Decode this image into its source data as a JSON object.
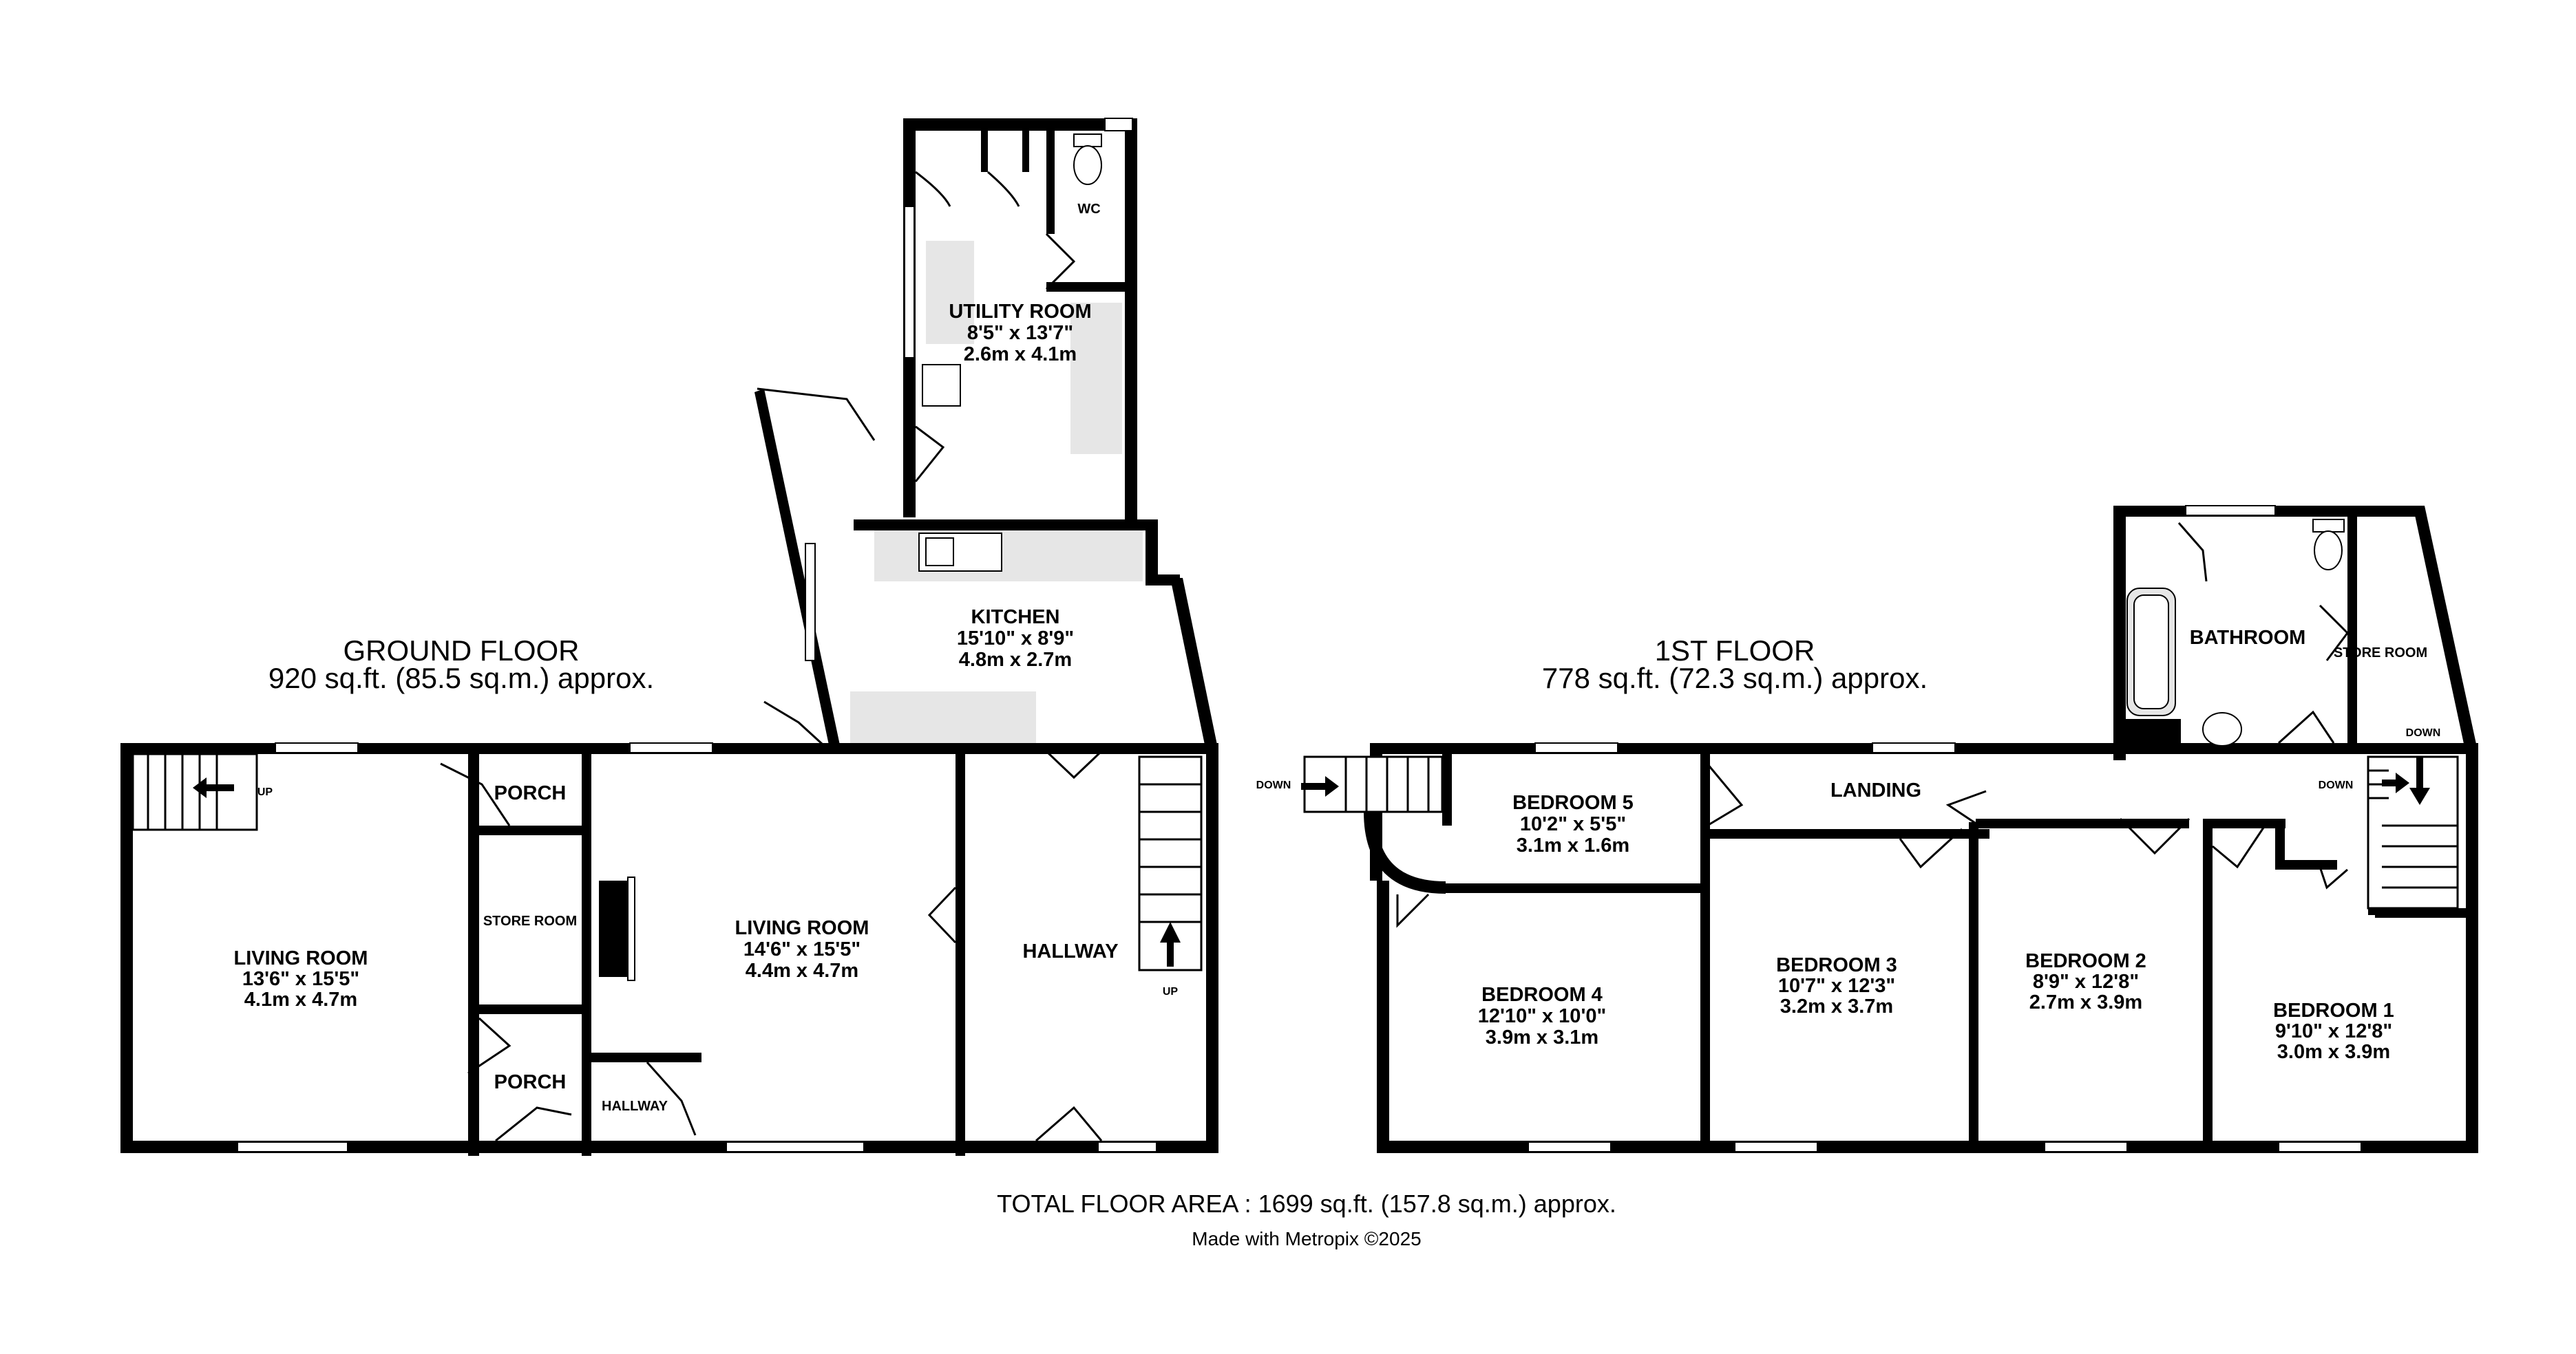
{
  "ground_floor": {
    "title": "GROUND FLOOR",
    "area": "920 sq.ft. (85.5 sq.m.) approx.",
    "rooms": {
      "utility": {
        "name": "UTILITY ROOM",
        "imperial": "8'5\"  x 13'7\"",
        "metric": "2.6m  x 4.1m"
      },
      "wc": {
        "name": "WC"
      },
      "kitchen": {
        "name": "KITCHEN",
        "imperial": "15'10\"  x 8'9\"",
        "metric": "4.8m  x 2.7m"
      },
      "living_left": {
        "name": "LIVING ROOM",
        "imperial": "13'6\"  x 15'5\"",
        "metric": "4.1m  x 4.7m"
      },
      "porch_top": {
        "name": "PORCH"
      },
      "store": {
        "name": "STORE ROOM"
      },
      "porch_bottom": {
        "name": "PORCH"
      },
      "living_center": {
        "name": "LIVING ROOM",
        "imperial": "14'6\"  x 15'5\"",
        "metric": "4.4m  x 4.7m"
      },
      "hallway_small": {
        "name": "HALLWAY"
      },
      "hallway": {
        "name": "HALLWAY"
      }
    },
    "labels": {
      "up_left": "UP",
      "up_right": "UP"
    }
  },
  "first_floor": {
    "title": "1ST FLOOR",
    "area": "778 sq.ft. (72.3 sq.m.) approx.",
    "rooms": {
      "bathroom": {
        "name": "BATHROOM"
      },
      "store": {
        "name": "STORE ROOM"
      },
      "landing": {
        "name": "LANDING"
      },
      "bedroom5": {
        "name": "BEDROOM 5",
        "imperial": "10'2\"  x 5'5\"",
        "metric": "3.1m  x 1.6m"
      },
      "bedroom4": {
        "name": "BEDROOM 4",
        "imperial": "12'10\"  x 10'0\"",
        "metric": "3.9m  x 3.1m"
      },
      "bedroom3": {
        "name": "BEDROOM 3",
        "imperial": "10'7\"  x 12'3\"",
        "metric": "3.2m  x 3.7m"
      },
      "bedroom2": {
        "name": "BEDROOM 2",
        "imperial": "8'9\"  x 12'8\"",
        "metric": "2.7m  x 3.9m"
      },
      "bedroom1": {
        "name": "BEDROOM 1",
        "imperial": "9'10\"  x 12'8\"",
        "metric": "3.0m  x 3.9m"
      }
    },
    "labels": {
      "down_left": "DOWN",
      "down_right": "DOWN",
      "down_store": "DOWN"
    }
  },
  "footer": {
    "total": "TOTAL FLOOR AREA : 1699 sq.ft. (157.8 sq.m.) approx.",
    "credit": "Made with Metropix ©2025"
  },
  "colors": {
    "walls": "#000000",
    "fixtures": "#e6e6e6",
    "background": "#ffffff"
  }
}
